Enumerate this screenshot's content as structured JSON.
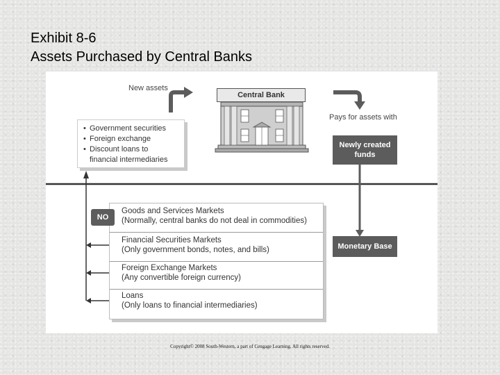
{
  "title": {
    "line1": "Exhibit 8-6",
    "line2": "Assets Purchased by Central Banks"
  },
  "diagram": {
    "new_assets_label": "New assets",
    "central_bank_label": "Central Bank",
    "pays_for_label": "Pays for assets with",
    "newly_created_funds": [
      "Newly created",
      "funds"
    ],
    "monetary_base_label": "Monetary Base",
    "no_label": "NO",
    "assets_list": [
      "Government securities",
      "Foreign exchange",
      "Discount loans to",
      "financial intermediaries"
    ],
    "markets": [
      {
        "name": "Goods and Services Markets",
        "note": "(Normally, central banks do not deal in commodities)"
      },
      {
        "name": "Financial Securities Markets",
        "note": "(Only government bonds, notes, and bills)"
      },
      {
        "name": "Foreign Exchange Markets",
        "note": "(Any convertible foreign currency)"
      },
      {
        "name": "Loans",
        "note": "(Only loans to financial intermediaries)"
      }
    ],
    "colors": {
      "dark_box": "#5c5c5c",
      "arrow": "#5c5c5c",
      "line": "#333333"
    }
  },
  "copyright": "Copyright© 2008 South-Western, a part of Cengage Learning. All rights reserved."
}
